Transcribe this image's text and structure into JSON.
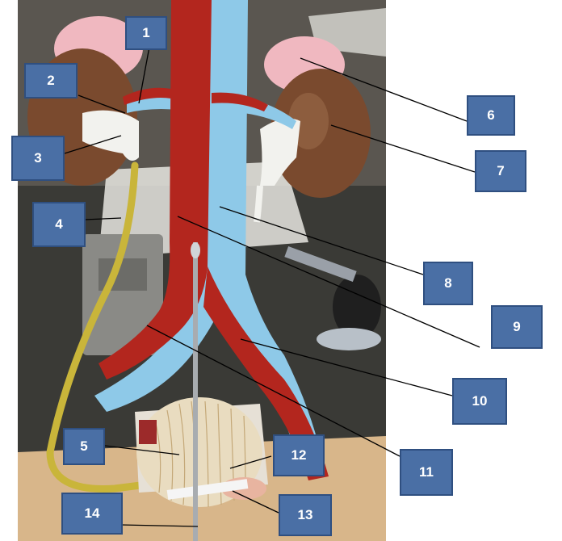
{
  "labels": {
    "l1": "1",
    "l2": "2",
    "l3": "3",
    "l4": "4",
    "l5": "5",
    "l6": "6",
    "l7": "7",
    "l8": "8",
    "l9": "9",
    "l10": "10",
    "l11": "11",
    "l12": "12",
    "l13": "13",
    "l14": "14"
  },
  "colors": {
    "label_fill": "#4a6fa5",
    "artery": "#b3261e",
    "vein": "#8ec9e8",
    "ureter": "#c9b53a",
    "kidney": "#7a4a2e",
    "adrenal": "#f0b8c0"
  }
}
